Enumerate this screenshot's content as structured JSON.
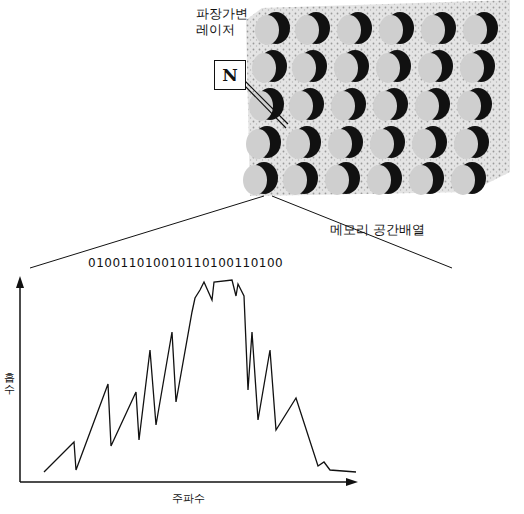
{
  "diagram": {
    "nodes": [
      {
        "text": [
          "N"
        ]
      }
    ],
    "labels": [
      "파장가변 레이저",
      "메모리 공간배열",
      "010011010010110100110100",
      "흡수",
      "주파수"
    ]
  }
}
